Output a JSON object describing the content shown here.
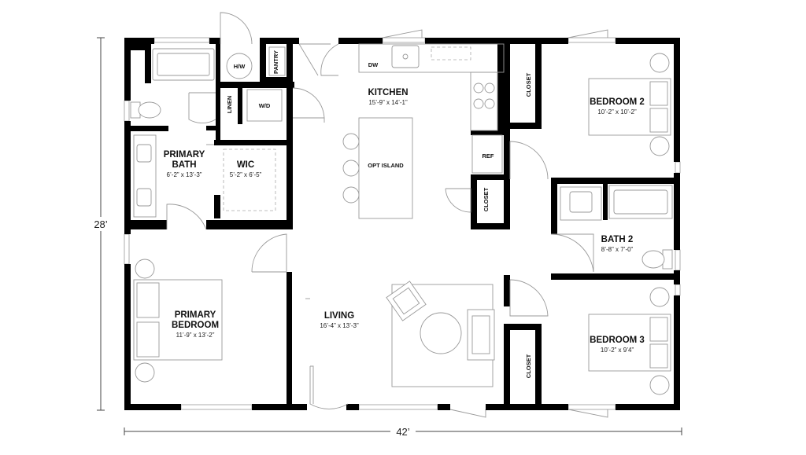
{
  "dimensions": {
    "height": "28’",
    "width": "42’"
  },
  "rooms": {
    "kitchen": {
      "name": "KITCHEN",
      "size": "15’-9” x 14’-1”"
    },
    "bedroom2": {
      "name": "BEDROOM 2",
      "size": "10’-2” x 10’-2”"
    },
    "primary_bath": {
      "name_line1": "PRIMARY",
      "name_line2": "BATH",
      "size": "6’-2” x 13’-3”"
    },
    "wic": {
      "name": "WIC",
      "size": "5’-2” x 6’-5”"
    },
    "bath2": {
      "name": "BATH 2",
      "size": "8’-8” x 7’-0”"
    },
    "primary_bedroom": {
      "name_line1": "PRIMARY",
      "name_line2": "BEDROOM",
      "size": "11’-9” x 13’-2”"
    },
    "living": {
      "name": "LIVING",
      "size": "16’-4” x 13’-3”"
    },
    "bedroom3": {
      "name": "BEDROOM 3",
      "size": "10’-2” x 9’4”"
    }
  },
  "labels": {
    "hw": "H/W",
    "pantry": "PANTRY",
    "dw": "DW",
    "linen": "LINEN",
    "wd": "W/D",
    "closet_bed2": "CLOSET",
    "opt_island": "OPT ISLAND",
    "ref": "REF",
    "closet_kitchen": "CLOSET",
    "closet_bed3": "CLOSET"
  }
}
